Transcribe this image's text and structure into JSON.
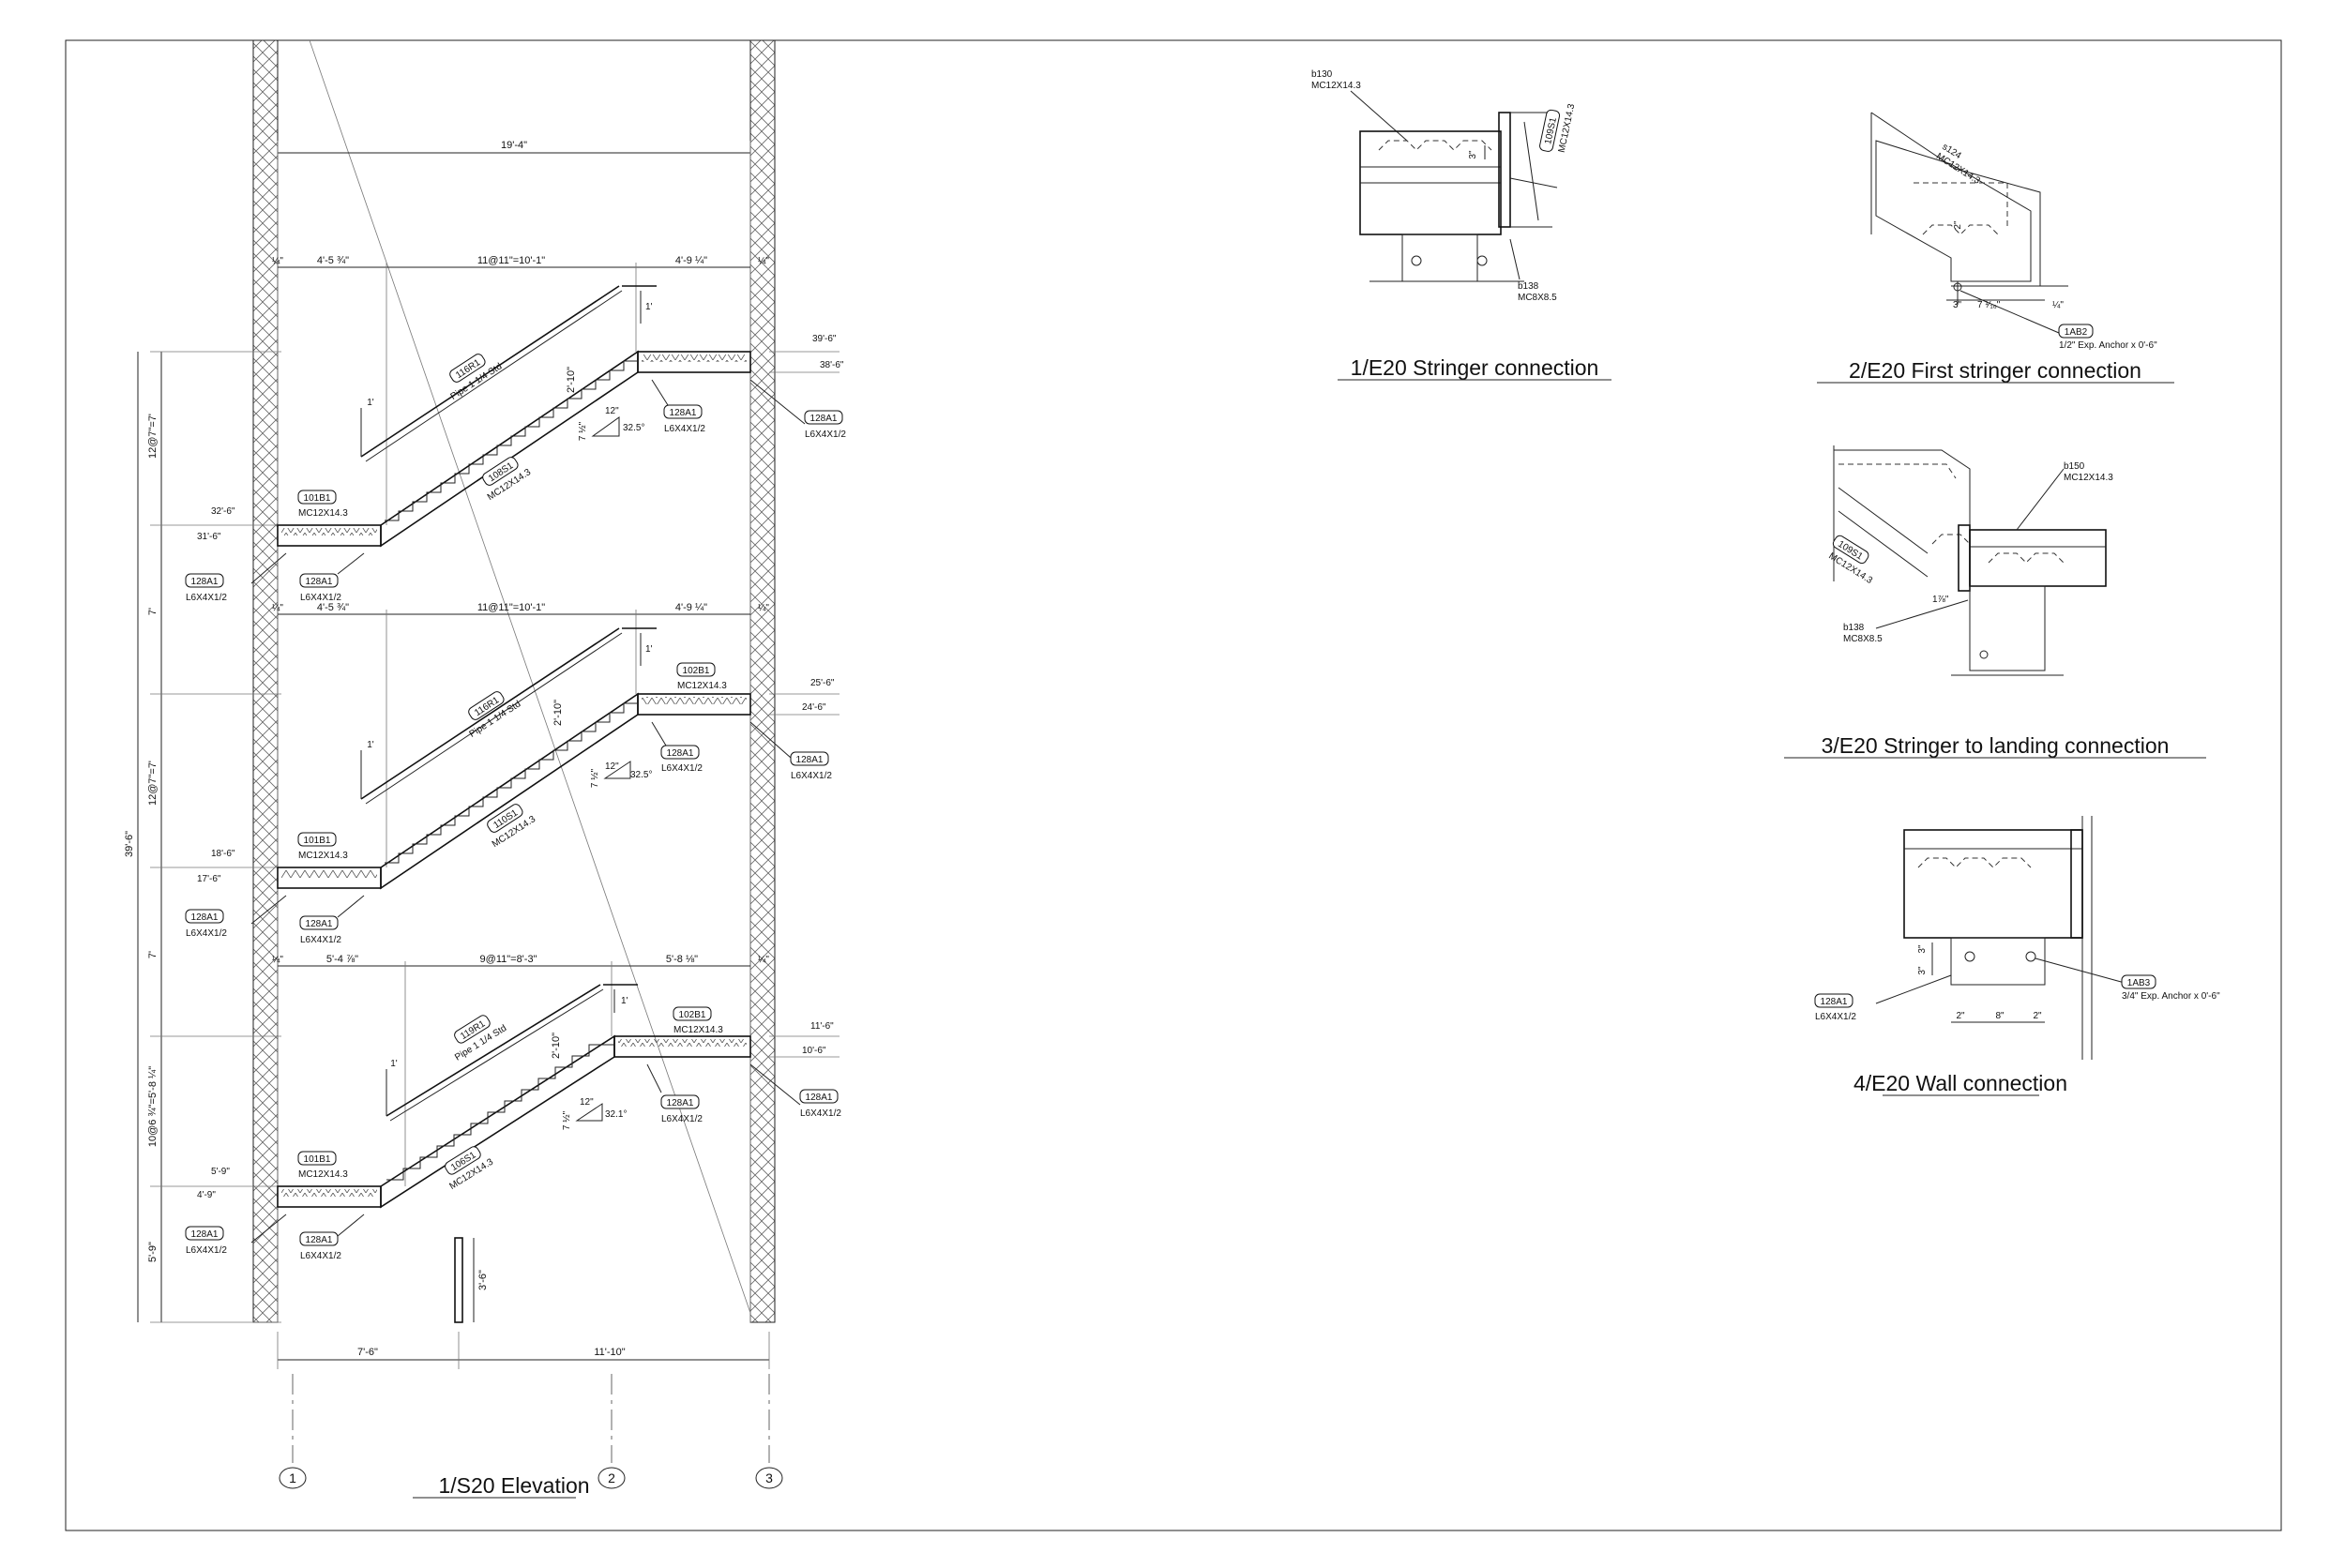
{
  "titles": {
    "elevation": "1/S20 Elevation",
    "detail1": "1/E20 Stringer connection",
    "detail2": "2/E20 First stringer connection",
    "detail3": "3/E20 Stringer to landing connection",
    "detail4": "4/E20 Wall connection"
  },
  "grid": [
    "1",
    "2",
    "3"
  ],
  "elevation": {
    "overall_width": "19'-4\"",
    "overall_height": "39'-6\"",
    "bottom_left": "7'-6\"",
    "bottom_right": "11'-10\"",
    "post_height": "3'-6\"",
    "gap": "¼\"",
    "vertical_dims": [
      "12@7\"=7'",
      "7'",
      "12@7\"=7'",
      "7'",
      "10@6 ¾\"=5'-8 ¼\"",
      "5'-9\""
    ],
    "flights": [
      {
        "top_left": "4'-5 ¾\"",
        "top_mid": "11@11\"=10'-1\"",
        "top_right": "4'-9 ¼\"",
        "rail_tag": "116R1",
        "rail_size": "Pipe 1 1/4 Std",
        "stringer_tag": "108S1",
        "stringer_size": "MC12X14.3",
        "bottom_beam_tag": "101B1",
        "bottom_beam_size": "MC12X14.3",
        "top_beam_tag": "",
        "top_beam_size": "",
        "rail_height": "2'-10\"",
        "rail_ext": "1'",
        "rail_top": "1'",
        "riser": "7 ½\"",
        "tread": "12\"",
        "angle": "32.5°",
        "top_elev_1": "39'-6\"",
        "top_elev_2": "38'-6\"",
        "bot_elev_1": "32'-6\"",
        "bot_elev_2": "31'-6\"",
        "angle_tag": "128A1",
        "angle_size": "L6X4X1/2"
      },
      {
        "top_left": "4'-5 ¾\"",
        "top_mid": "11@11\"=10'-1\"",
        "top_right": "4'-9 ¼\"",
        "rail_tag": "116R1",
        "rail_size": "Pipe 1 1/4 Std",
        "stringer_tag": "110S1",
        "stringer_size": "MC12X14.3",
        "bottom_beam_tag": "101B1",
        "bottom_beam_size": "MC12X14.3",
        "top_beam_tag": "102B1",
        "top_beam_size": "MC12X14.3",
        "rail_height": "2'-10\"",
        "rail_ext": "1'",
        "rail_top": "1'",
        "riser": "7 ½\"",
        "tread": "12\"",
        "angle": "32.5°",
        "top_elev_1": "25'-6\"",
        "top_elev_2": "24'-6\"",
        "bot_elev_1": "18'-6\"",
        "bot_elev_2": "17'-6\"",
        "angle_tag": "128A1",
        "angle_size": "L6X4X1/2"
      },
      {
        "top_left": "5'-4 ⅞\"",
        "top_mid": "9@11\"=8'-3\"",
        "top_right": "5'-8 ⅛\"",
        "rail_tag": "119R1",
        "rail_size": "Pipe 1 1/4 Std",
        "stringer_tag": "106S1",
        "stringer_size": "MC12X14.3",
        "bottom_beam_tag": "101B1",
        "bottom_beam_size": "MC12X14.3",
        "top_beam_tag": "102B1",
        "top_beam_size": "MC12X14.3",
        "rail_height": "2'-10\"",
        "rail_ext": "1'",
        "rail_top": "1'",
        "riser": "7 ½\"",
        "tread": "12\"",
        "angle": "32.1°",
        "top_elev_1": "11'-6\"",
        "top_elev_2": "10'-6\"",
        "bot_elev_1": "5'-9\"",
        "bot_elev_2": "4'-9\"",
        "angle_tag": "128A1",
        "angle_size": "L6X4X1/2"
      }
    ]
  },
  "detail1": {
    "beam_tag": "b130",
    "beam_size": "MC12X14.3",
    "stringer_tag": "109S1",
    "stringer_size": "MC12X14.3",
    "lower_tag": "b138",
    "lower_size": "MC8X8.5",
    "dim": "3\""
  },
  "detail2": {
    "stringer_tag": "s124",
    "stringer_size": "MC12X14.3",
    "anchor_tag": "1AB2",
    "anchor_size": "1/2\" Exp. Anchor x 0'-6\"",
    "dim_a": "2\"",
    "dim_b": "3\"",
    "dim_c": "7 ¹⁄₁₆\"",
    "dim_d": "¼\""
  },
  "detail3": {
    "beam_tag": "b150",
    "beam_size": "MC12X14.3",
    "stringer_tag": "109S1",
    "stringer_size": "MC12X14.3",
    "lower_tag": "b138",
    "lower_size": "MC8X8.5",
    "dim": "1⅞\""
  },
  "detail4": {
    "angle_tag": "128A1",
    "angle_size": "L6X4X1/2",
    "anchor_tag": "1AB3",
    "anchor_size": "3/4\" Exp. Anchor x 0'-6\"",
    "dim_v1": "3\"",
    "dim_v2": "3\"",
    "dim_h1": "2\"",
    "dim_h2": "8\"",
    "dim_h3": "2\""
  }
}
